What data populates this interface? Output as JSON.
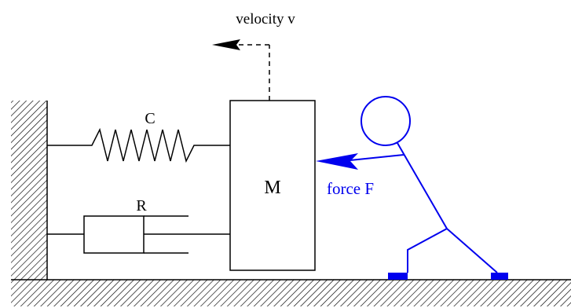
{
  "labels": {
    "velocity": "velocity v",
    "spring": "C",
    "damper": "R",
    "mass": "M",
    "force": "force F"
  },
  "colors": {
    "ink": "#000000",
    "accent": "#0000ee"
  }
}
